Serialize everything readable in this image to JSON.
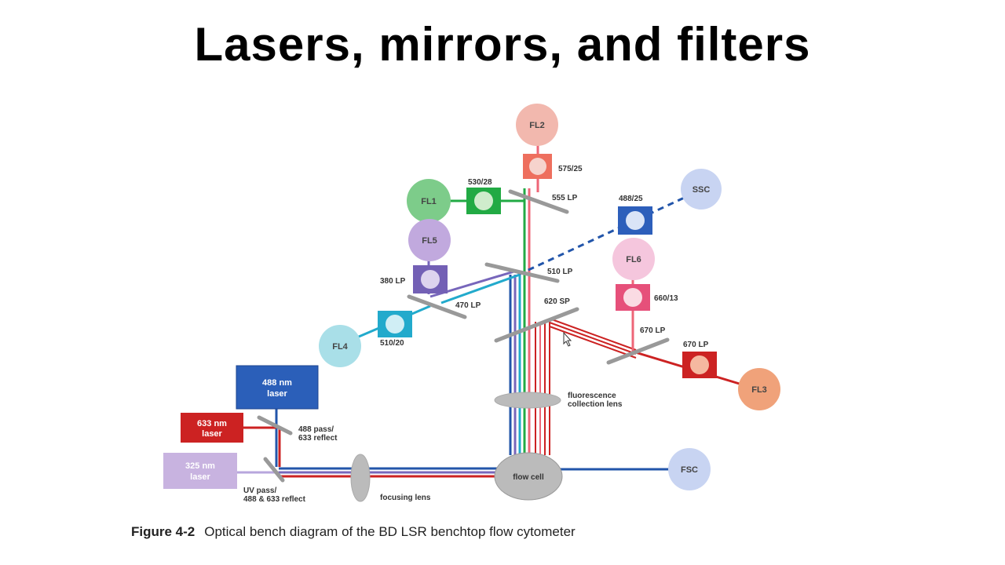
{
  "slide": {
    "title": "Lasers, mirrors, and filters"
  },
  "caption": {
    "figure": "Figure 4-2",
    "text": "Optical bench diagram of the BD LSR benchtop flow cytometer"
  },
  "colors": {
    "blue": "#2255aa",
    "red": "#cc2222",
    "green": "#22aa44",
    "teal": "#22aacc",
    "purple": "#7766bb",
    "pink": "#ee6677",
    "grey": "#999999"
  },
  "detectors": {
    "fl1": "FL1",
    "fl2": "FL2",
    "fl3": "FL3",
    "fl4": "FL4",
    "fl5": "FL5",
    "fl6": "FL6",
    "ssc": "SSC",
    "fsc": "FSC"
  },
  "filters": {
    "f575": "575/25",
    "f530": "530/28",
    "f488": "488/25",
    "f380": "380 LP",
    "f510": "510/20",
    "f660": "660/13",
    "f670": "670 LP"
  },
  "mirrors": {
    "m555": "555 LP",
    "m510": "510 LP",
    "m470": "470 LP",
    "m620": "620 SP",
    "m670": "670 LP"
  },
  "lasers": {
    "l488_1": "488 nm",
    "l488_2": "laser",
    "l633_1": "633 nm",
    "l633_2": "laser",
    "l325_1": "325 nm",
    "l325_2": "laser"
  },
  "components": {
    "dichroic1_1": "488 pass/",
    "dichroic1_2": "633 reflect",
    "dichroic2_1": "UV pass/",
    "dichroic2_2": "488 & 633 reflect",
    "focusing": "focusing lens",
    "collection1": "fluorescence",
    "collection2": "collection lens",
    "flowcell": "flow cell"
  }
}
